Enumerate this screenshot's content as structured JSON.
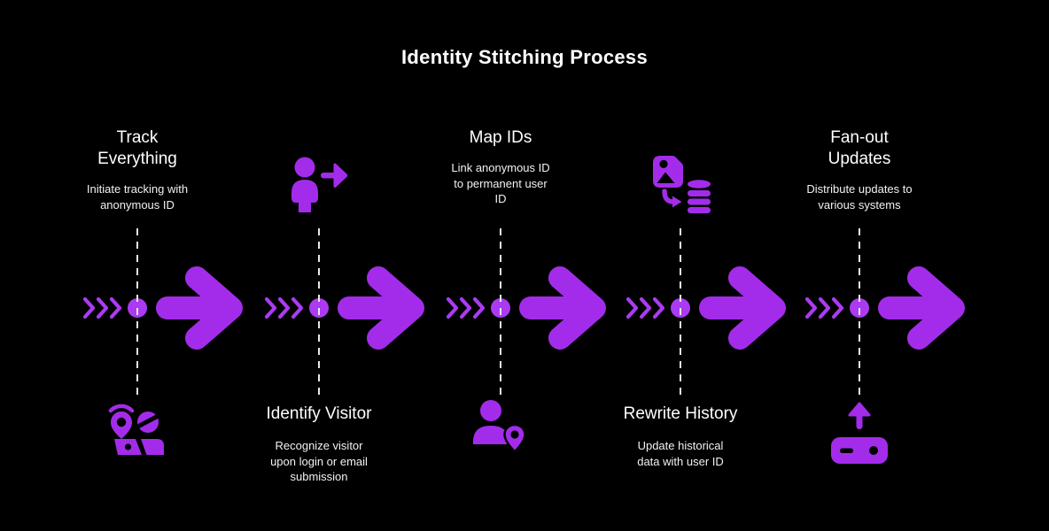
{
  "title": "Identity Stitching Process",
  "diagram_type": "process-timeline",
  "colors": {
    "background": "#000000",
    "accent": "#A32CEA",
    "accent_bright": "#AB3BF2",
    "text": "#FFFFFF",
    "connector": "#E8E8E8"
  },
  "timeline": {
    "segment_count": 5,
    "chevron_icon": "triple-chevron-right-icon",
    "node_icon": "timeline-dot",
    "arrow_icon": "flow-arrow-right-icon"
  },
  "stages": [
    {
      "title": "Track Everything",
      "description": "Initiate tracking with anonymous ID",
      "icon": "location-tracking-icon",
      "text_position": "top",
      "icon_position": "bottom"
    },
    {
      "title": "Identify Visitor",
      "description": "Recognize visitor upon login or email submission",
      "icon": "person-arrow-right-icon",
      "text_position": "bottom",
      "icon_position": "top"
    },
    {
      "title": "Map IDs",
      "description": "Link anonymous ID to permanent user ID",
      "icon": "person-location-pin-icon",
      "text_position": "top",
      "icon_position": "bottom"
    },
    {
      "title": "Rewrite History",
      "description": "Update historical data with user ID",
      "icon": "file-to-database-icon",
      "text_position": "bottom",
      "icon_position": "top"
    },
    {
      "title": "Fan-out Updates",
      "description": "Distribute updates to various systems",
      "icon": "device-upload-icon",
      "text_position": "top",
      "icon_position": "bottom"
    }
  ]
}
